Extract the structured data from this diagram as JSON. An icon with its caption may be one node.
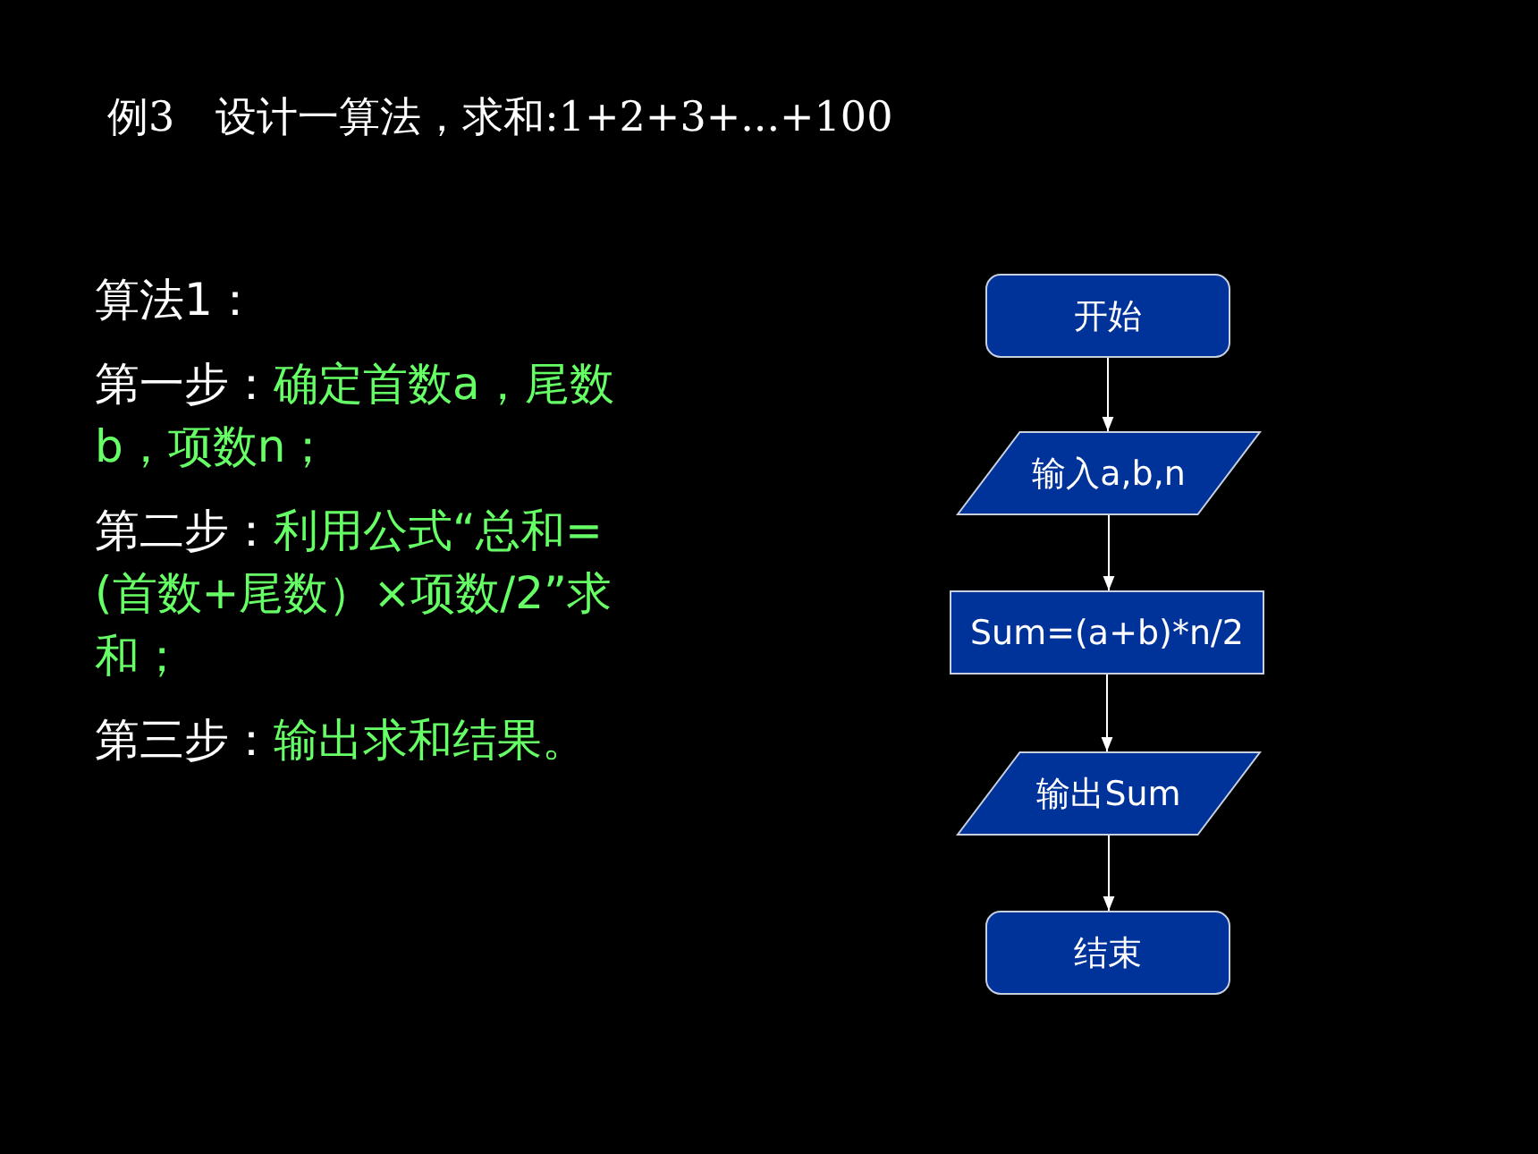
{
  "diagram": {
    "title": "例3　设计一算法，求和:1+2+3+...+100",
    "nodes": [
      {
        "text": [
          "开始"
        ]
      },
      {
        "text": [
          "输入a,b,n"
        ]
      },
      {
        "text": [
          "Sum=(a+b)*n/2"
        ]
      },
      {
        "text": [
          "输出Sum"
        ]
      },
      {
        "text": [
          "结束"
        ]
      }
    ],
    "edges": [
      {
        "from": 0,
        "to": 1,
        "arrow": "to"
      },
      {
        "from": 1,
        "to": 2,
        "arrow": "to"
      },
      {
        "from": 2,
        "to": 3,
        "arrow": "to"
      },
      {
        "from": 3,
        "to": 4,
        "arrow": "to"
      }
    ],
    "labels": [
      "算法1：",
      "第一步：",
      "确定首数a，尾数b，项数n；",
      "第二步：",
      "利用公式“总和=(首数+尾数）×项数/2”求和；",
      "第三步：",
      "输出求和结果。"
    ]
  }
}
